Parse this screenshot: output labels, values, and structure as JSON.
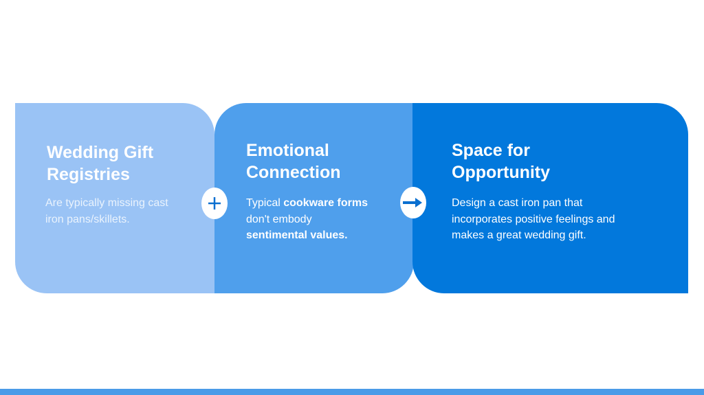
{
  "cards": [
    {
      "title_l1": "Wedding Gift",
      "title_l2": "Registries",
      "body_l1": "Are typically missing cast",
      "body_l2": "iron pans/skillets."
    },
    {
      "title_l1": "Emotional",
      "title_l2": "Connection",
      "body_l1a": "Typical ",
      "body_l1b": "cookware forms",
      "body_l2": "don't embody",
      "body_l3": "sentimental values."
    },
    {
      "title_l1": "Space for",
      "title_l2": "Opportunity",
      "body_l1": "Design a cast iron pan that",
      "body_l2": "incorporates positive feelings and",
      "body_l3": "makes a great wedding gift."
    }
  ],
  "connectors": [
    "plus-icon",
    "arrow-right-icon"
  ],
  "colors": {
    "card1": "#9ac3f5",
    "card2": "#4f9fec",
    "card3": "#0278dc",
    "bar": "#4a9be8"
  }
}
